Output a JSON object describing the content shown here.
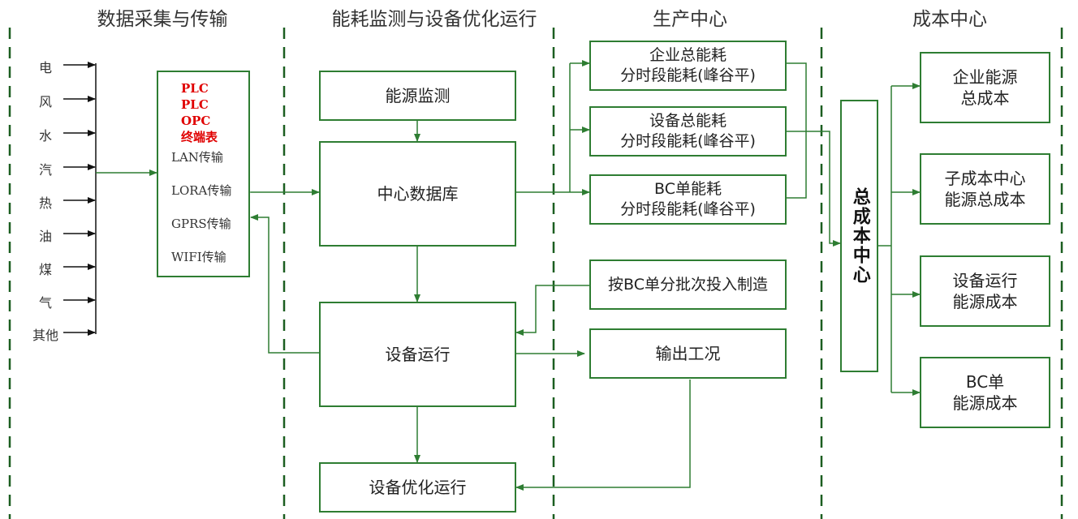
{
  "columns": {
    "collection": "数据采集与传输",
    "monitoring": "能耗监测与设备优化运行",
    "production": "生产中心",
    "cost": "成本中心"
  },
  "sources": [
    "电",
    "风",
    "水",
    "汽",
    "热",
    "油",
    "煤",
    "气",
    "其他"
  ],
  "protocols": {
    "devices": [
      "PLC",
      "PLC",
      "OPC",
      "终端表"
    ],
    "transmissions": [
      "LAN传输",
      "LORA传输",
      "GPRS传输",
      "WIFI传输"
    ]
  },
  "monitoring": {
    "energy_monitor": "能源监测",
    "central_db": "中心数据库",
    "equipment_operation": "设备运行",
    "optimized_operation": "设备优化运行"
  },
  "production": {
    "enterprise_energy": [
      "企业总能耗",
      "分时段能耗(峰谷平)"
    ],
    "equipment_energy": [
      "设备总能耗",
      "分时段能耗(峰谷平)"
    ],
    "bc_energy": [
      "BC单能耗",
      "分时段能耗(峰谷平)"
    ],
    "bc_batch": "按BC单分批次投入制造",
    "output_status": "输出工况"
  },
  "cost": {
    "total_center": "总成本中心",
    "enterprise_cost": [
      "企业能源",
      "总成本"
    ],
    "sub_center_cost": [
      "子成本中心",
      "能源总成本"
    ],
    "equipment_cost": [
      "设备运行",
      "能源成本"
    ],
    "bc_cost": [
      "BC单",
      "能源成本"
    ]
  },
  "colors": {
    "line": "#2e7d32",
    "divider": "#1b5e20",
    "protocol_highlight": "#e00000"
  }
}
